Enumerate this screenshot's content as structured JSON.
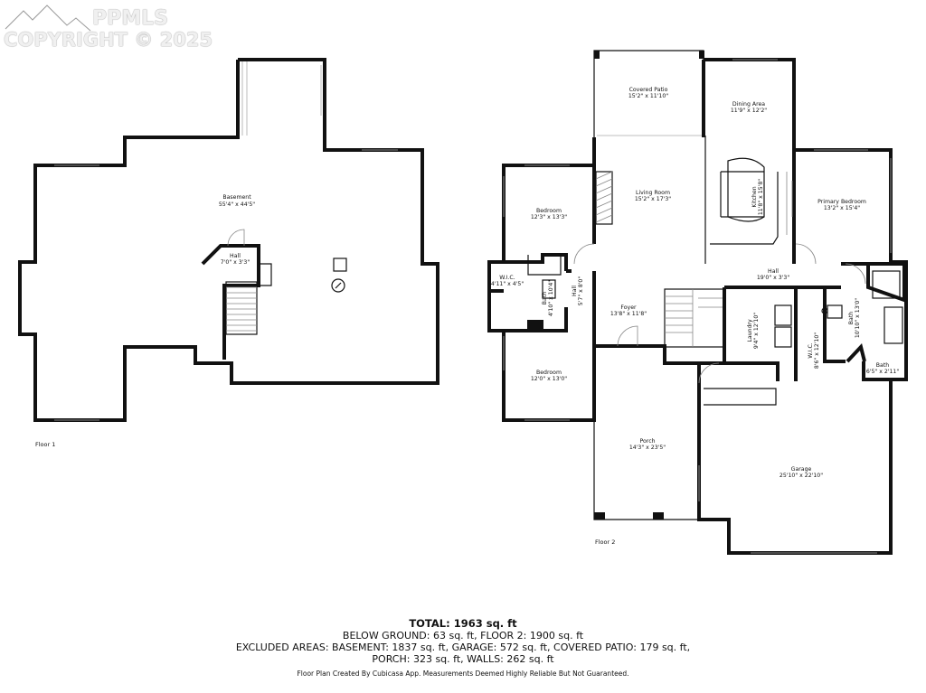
{
  "watermark": {
    "brand": "PPMLS",
    "copyright": "COPYRIGHT © 2025"
  },
  "floor1": {
    "label": "Floor 1",
    "rooms": [
      {
        "name": "Basement",
        "dims": "55'4\" x 44'5\""
      },
      {
        "name": "Hall",
        "dims": "7'0\" x 3'3\""
      }
    ]
  },
  "floor2": {
    "label": "Floor 2",
    "rooms": [
      {
        "name": "Covered Patio",
        "dims": "15'2\" x 11'10\""
      },
      {
        "name": "Dining Area",
        "dims": "11'9\" x 12'2\""
      },
      {
        "name": "Living Room",
        "dims": "15'2\" x 17'3\""
      },
      {
        "name": "Kitchen",
        "dims": "11'8\" x 15'8\""
      },
      {
        "name": "Primary Bedroom",
        "dims": "13'2\" x 15'4\""
      },
      {
        "name": "Bedroom",
        "dims": "12'3\" x 13'3\""
      },
      {
        "name": "W.I.C.",
        "dims": "4'11\" x 4'5\""
      },
      {
        "name": "Bath",
        "dims": "4'10\" x 10'4\""
      },
      {
        "name": "Hall",
        "dims": "5'7\" x 8'0\""
      },
      {
        "name": "Hall",
        "dims": "19'0\" x 3'3\""
      },
      {
        "name": "Foyer",
        "dims": "13'8\" x 11'8\""
      },
      {
        "name": "Laundry",
        "dims": "9'4\" x 12'10\""
      },
      {
        "name": "W.I.C.",
        "dims": "8'6\" x 12'10\""
      },
      {
        "name": "Bath",
        "dims": "10'10\" x 13'0\""
      },
      {
        "name": "Bath",
        "dims": "6'5\" x 2'11\""
      },
      {
        "name": "Bedroom",
        "dims": "12'0\" x 13'0\""
      },
      {
        "name": "Porch",
        "dims": "14'3\" x 23'5\""
      },
      {
        "name": "Garage",
        "dims": "25'10\" x 22'10\""
      }
    ]
  },
  "summary": {
    "total": "TOTAL: 1963 sq. ft",
    "line1": "BELOW GROUND: 63 sq. ft, FLOOR 2: 1900 sq. ft",
    "line2": "EXCLUDED AREAS: BASEMENT: 1837 sq. ft, GARAGE: 572 sq. ft, COVERED PATIO: 179 sq. ft,",
    "line3": "PORCH: 323 sq. ft, WALLS: 262 sq. ft"
  },
  "disclaimer": "Floor Plan Created By Cubicasa App. Measurements Deemed Highly Reliable But Not Guaranteed."
}
